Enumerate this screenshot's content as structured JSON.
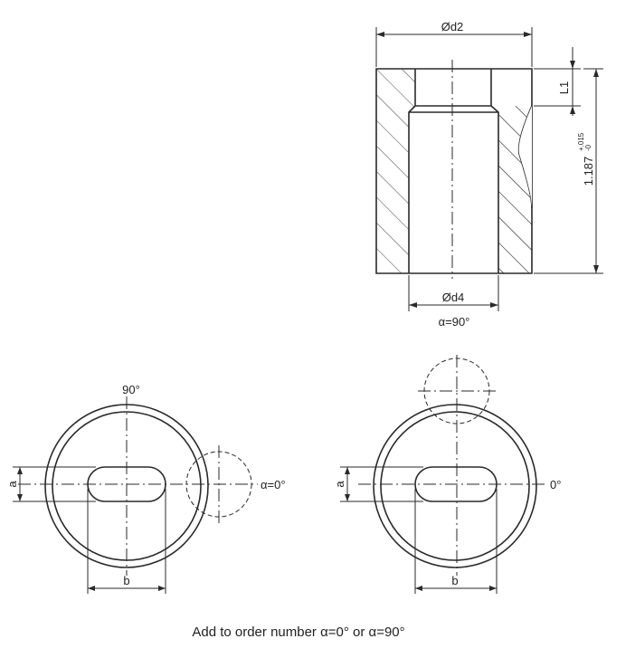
{
  "labels": {
    "d2": "Ød2",
    "d4": "Ød4",
    "l1": "L1",
    "height_value": "1.187",
    "tol_upper": "+.015",
    "tol_lower": "-0",
    "section_note": "α=90°",
    "view_left_top": "90°",
    "view_left_side": "α=0°",
    "view_right_side": "0°",
    "dim_a": "a",
    "dim_b": "b"
  },
  "caption": "Add to order number α=0° or α=90°",
  "colors": {
    "line": "#2a2a2a",
    "text": "#222222",
    "background": "#ffffff"
  }
}
